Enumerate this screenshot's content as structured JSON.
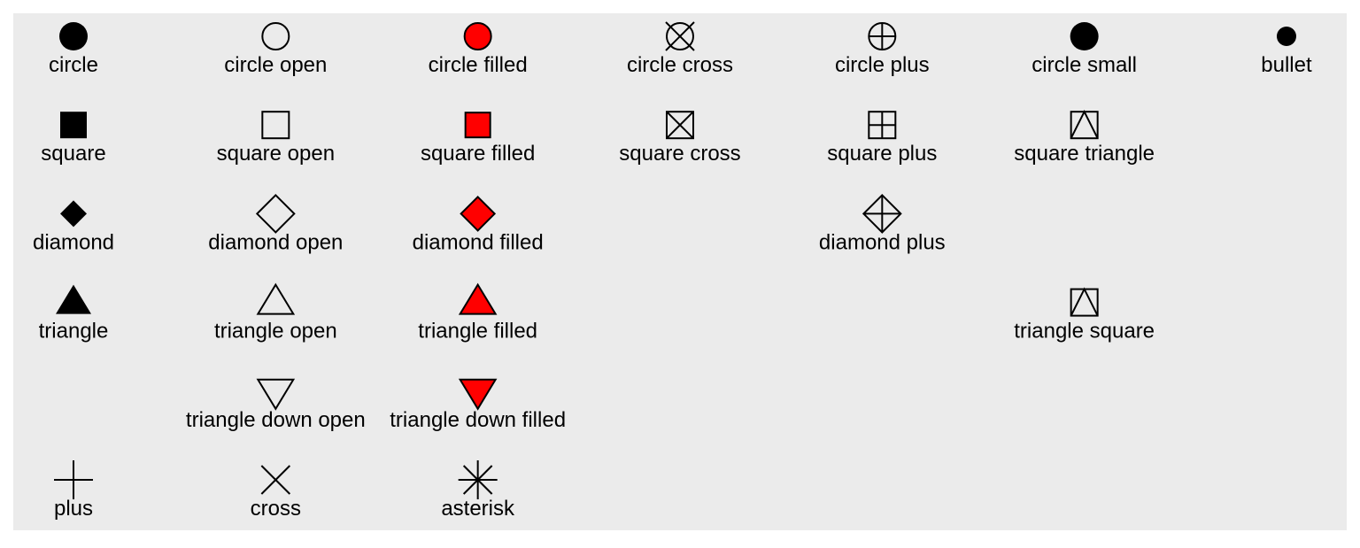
{
  "chart_data": {
    "type": "scatter",
    "title": "",
    "xlabel": "",
    "ylabel": "",
    "xlim": [
      0.5,
      7.5
    ],
    "ylim": [
      0.5,
      6.5
    ],
    "grid": false,
    "panel_background": "#EBEBEB",
    "fill_color": "#FF0000",
    "stroke_color": "#000000",
    "points": [
      {
        "x": 1,
        "y": 6,
        "shape": "circle",
        "label": "circle"
      },
      {
        "x": 2,
        "y": 6,
        "shape": "circle-open",
        "label": "circle open"
      },
      {
        "x": 3,
        "y": 6,
        "shape": "circle-filled",
        "label": "circle filled"
      },
      {
        "x": 4,
        "y": 6,
        "shape": "circle-cross",
        "label": "circle cross"
      },
      {
        "x": 5,
        "y": 6,
        "shape": "circle-plus",
        "label": "circle plus"
      },
      {
        "x": 6,
        "y": 6,
        "shape": "circle-small",
        "label": "circle small"
      },
      {
        "x": 7,
        "y": 6,
        "shape": "bullet",
        "label": "bullet"
      },
      {
        "x": 1,
        "y": 5,
        "shape": "square",
        "label": "square"
      },
      {
        "x": 2,
        "y": 5,
        "shape": "square-open",
        "label": "square open"
      },
      {
        "x": 3,
        "y": 5,
        "shape": "square-filled",
        "label": "square filled"
      },
      {
        "x": 4,
        "y": 5,
        "shape": "square-cross",
        "label": "square cross"
      },
      {
        "x": 5,
        "y": 5,
        "shape": "square-plus",
        "label": "square plus"
      },
      {
        "x": 6,
        "y": 5,
        "shape": "square-triangle",
        "label": "square triangle"
      },
      {
        "x": 1,
        "y": 4,
        "shape": "diamond",
        "label": "diamond"
      },
      {
        "x": 2,
        "y": 4,
        "shape": "diamond-open",
        "label": "diamond open"
      },
      {
        "x": 3,
        "y": 4,
        "shape": "diamond-filled",
        "label": "diamond filled"
      },
      {
        "x": 5,
        "y": 4,
        "shape": "diamond-plus",
        "label": "diamond plus"
      },
      {
        "x": 1,
        "y": 3,
        "shape": "triangle",
        "label": "triangle"
      },
      {
        "x": 2,
        "y": 3,
        "shape": "triangle-open",
        "label": "triangle open"
      },
      {
        "x": 3,
        "y": 3,
        "shape": "triangle-filled",
        "label": "triangle filled"
      },
      {
        "x": 6,
        "y": 3,
        "shape": "triangle-square",
        "label": "triangle square"
      },
      {
        "x": 2,
        "y": 2,
        "shape": "triangle-down-open",
        "label": "triangle down open"
      },
      {
        "x": 3,
        "y": 2,
        "shape": "triangle-down-filled",
        "label": "triangle down filled"
      },
      {
        "x": 1,
        "y": 1,
        "shape": "plus",
        "label": "plus"
      },
      {
        "x": 2,
        "y": 1,
        "shape": "cross",
        "label": "cross"
      },
      {
        "x": 3,
        "y": 1,
        "shape": "asterisk",
        "label": "asterisk"
      }
    ]
  }
}
